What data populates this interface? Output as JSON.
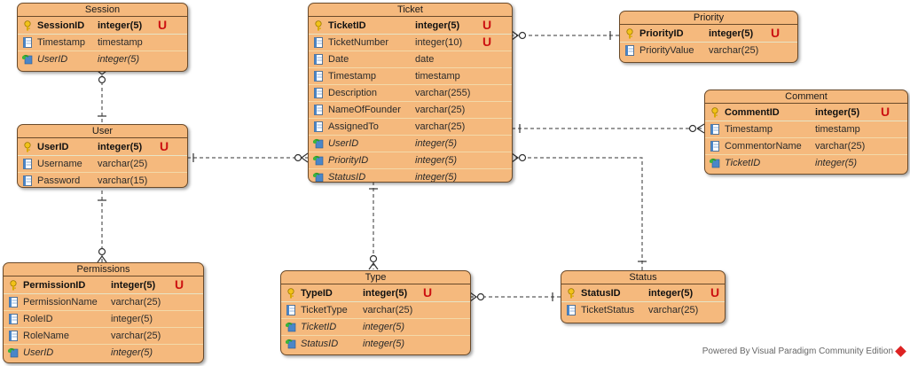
{
  "entities": [
    {
      "id": "session",
      "title": "Session",
      "rows": [
        {
          "name": "SessionID",
          "type": "integer(5)",
          "kind": "pk",
          "unique": "U"
        },
        {
          "name": "Timestamp",
          "type": "timestamp",
          "kind": "col"
        },
        {
          "name": "UserID",
          "type": "integer(5)",
          "kind": "fk"
        }
      ]
    },
    {
      "id": "user",
      "title": "User",
      "rows": [
        {
          "name": "UserID",
          "type": "integer(5)",
          "kind": "pk",
          "unique": "U"
        },
        {
          "name": "Username",
          "type": "varchar(25)",
          "kind": "col"
        },
        {
          "name": "Password",
          "type": "varchar(15)",
          "kind": "col"
        }
      ]
    },
    {
      "id": "permissions",
      "title": "Permissions",
      "rows": [
        {
          "name": "PermissionID",
          "type": "integer(5)",
          "kind": "pk",
          "unique": "U"
        },
        {
          "name": "PermissionName",
          "type": "varchar(25)",
          "kind": "col"
        },
        {
          "name": "RoleID",
          "type": "integer(5)",
          "kind": "col"
        },
        {
          "name": "RoleName",
          "type": "varchar(25)",
          "kind": "col"
        },
        {
          "name": "UserID",
          "type": "integer(5)",
          "kind": "fk"
        }
      ]
    },
    {
      "id": "ticket",
      "title": "Ticket",
      "rows": [
        {
          "name": "TicketID",
          "type": "integer(5)",
          "kind": "pk",
          "unique": "U"
        },
        {
          "name": "TicketNumber",
          "type": "integer(10)",
          "kind": "col",
          "unique": "U"
        },
        {
          "name": "Date",
          "type": "date",
          "kind": "col"
        },
        {
          "name": "Timestamp",
          "type": "timestamp",
          "kind": "col"
        },
        {
          "name": "Description",
          "type": "varchar(255)",
          "kind": "col"
        },
        {
          "name": "NameOfFounder",
          "type": "varchar(25)",
          "kind": "col"
        },
        {
          "name": "AssignedTo",
          "type": "varchar(25)",
          "kind": "col"
        },
        {
          "name": "UserID",
          "type": "integer(5)",
          "kind": "fk"
        },
        {
          "name": "PriorityID",
          "type": "integer(5)",
          "kind": "fk"
        },
        {
          "name": "StatusID",
          "type": "integer(5)",
          "kind": "fk"
        }
      ]
    },
    {
      "id": "priority",
      "title": "Priority",
      "rows": [
        {
          "name": "PriorityID",
          "type": "integer(5)",
          "kind": "pk",
          "unique": "U"
        },
        {
          "name": "PriorityValue",
          "type": "varchar(25)",
          "kind": "col"
        }
      ]
    },
    {
      "id": "comment",
      "title": "Comment",
      "rows": [
        {
          "name": "CommentID",
          "type": "integer(5)",
          "kind": "pk",
          "unique": "U"
        },
        {
          "name": "Timestamp",
          "type": "timestamp",
          "kind": "col"
        },
        {
          "name": "CommentorName",
          "type": "varchar(25)",
          "kind": "col"
        },
        {
          "name": "TicketID",
          "type": "integer(5)",
          "kind": "fk"
        }
      ]
    },
    {
      "id": "type",
      "title": "Type",
      "rows": [
        {
          "name": "TypeID",
          "type": "integer(5)",
          "kind": "pk",
          "unique": "U"
        },
        {
          "name": "TicketType",
          "type": "varchar(25)",
          "kind": "col"
        },
        {
          "name": "TicketID",
          "type": "integer(5)",
          "kind": "fk"
        },
        {
          "name": "StatusID",
          "type": "integer(5)",
          "kind": "fk"
        }
      ]
    },
    {
      "id": "status",
      "title": "Status",
      "rows": [
        {
          "name": "StatusID",
          "type": "integer(5)",
          "kind": "pk",
          "unique": "U"
        },
        {
          "name": "TicketStatus",
          "type": "varchar(25)",
          "kind": "col"
        }
      ]
    }
  ],
  "relationships": [
    {
      "one": "user",
      "many": "session"
    },
    {
      "one": "user",
      "many": "ticket"
    },
    {
      "one": "user",
      "many": "permissions"
    },
    {
      "one": "priority",
      "many": "ticket"
    },
    {
      "one": "ticket",
      "many": "comment"
    },
    {
      "one": "ticket",
      "many": "type"
    },
    {
      "one": "status",
      "many": "ticket"
    },
    {
      "one": "status",
      "many": "type"
    }
  ],
  "colors": {
    "entity_fill": "#f5b97d",
    "entity_border": "#6a4a2a",
    "unique_mark": "#cc1111",
    "line": "#333333"
  },
  "icons": {
    "pk": "key-icon",
    "col": "column-icon",
    "fk": "foreign-key-icon"
  },
  "footer": {
    "text": "Powered By Visual Paradigm Community Edition"
  }
}
